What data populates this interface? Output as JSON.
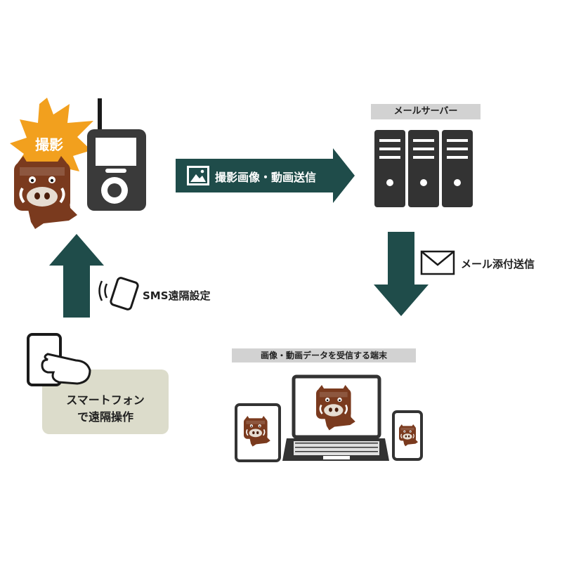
{
  "colors": {
    "arrow": "#1f4c4a",
    "burst": "#f2a01e",
    "boar": "#7a3a1e",
    "device": "#3a3a3a",
    "server": "#333333",
    "tag_bg": "#d2d2d2",
    "box_bg": "#dcdccb"
  },
  "camera": {
    "flash_label": "撮影"
  },
  "arrows": {
    "right_label": "撮影画像・動画送信",
    "down_label": "メール添付送信",
    "up_label": "SMS遠隔設定"
  },
  "mail_server": {
    "label": "メールサーバー"
  },
  "receivers": {
    "label": "画像・動画データを受信する端末"
  },
  "remote": {
    "line1": "スマートフォン",
    "line2": "で遠隔操作"
  }
}
